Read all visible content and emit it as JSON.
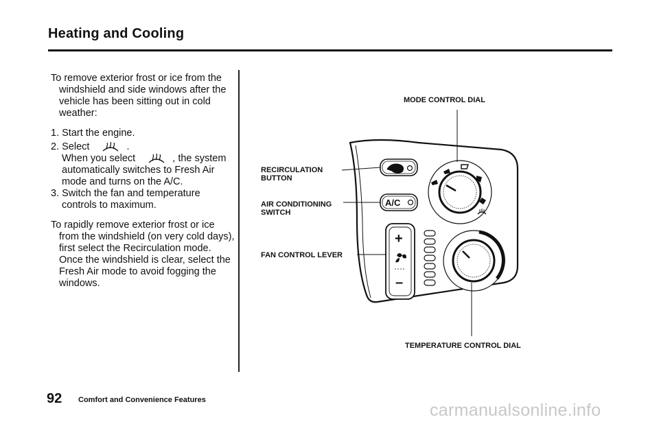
{
  "header": {
    "title": "Heating and Cooling"
  },
  "body": {
    "p1": "To remove exterior frost or ice from the windshield and side windows after the vehicle has been sitting out in cold weather:",
    "step1": "1. Start the engine.",
    "step2_prefix": "2. Select",
    "step2_suffix": ".",
    "step2b_prefix": "When you select",
    "step2b_suffix": ", the system automatically switches to Fresh Air mode and turns on the A/C.",
    "step3": "3. Switch the fan and temperature controls to maximum.",
    "p2": "To rapidly remove exterior frost or ice from the windshield (on very cold days), first select the Recirculation mode. Once the windshield is clear, select the Fresh Air mode to avoid fogging the windows."
  },
  "diagram": {
    "labels": {
      "mode_dial": "MODE CONTROL DIAL",
      "recirc_line1": "RECIRCULATION",
      "recirc_line2": "BUTTON",
      "ac_line1": "AIR CONDITIONING",
      "ac_line2": "SWITCH",
      "fan_lever": "FAN CONTROL LEVER",
      "temp_dial": "TEMPERATURE CONTROL DIAL"
    },
    "ac_button_text": "A/C",
    "icons": [
      "defrost-icon",
      "recirculation-icon",
      "fan-icon",
      "plus-icon",
      "minus-icon"
    ]
  },
  "footer": {
    "page_number": "92",
    "section": "Comfort and Convenience Features",
    "watermark": "carmanualsonline.info"
  }
}
